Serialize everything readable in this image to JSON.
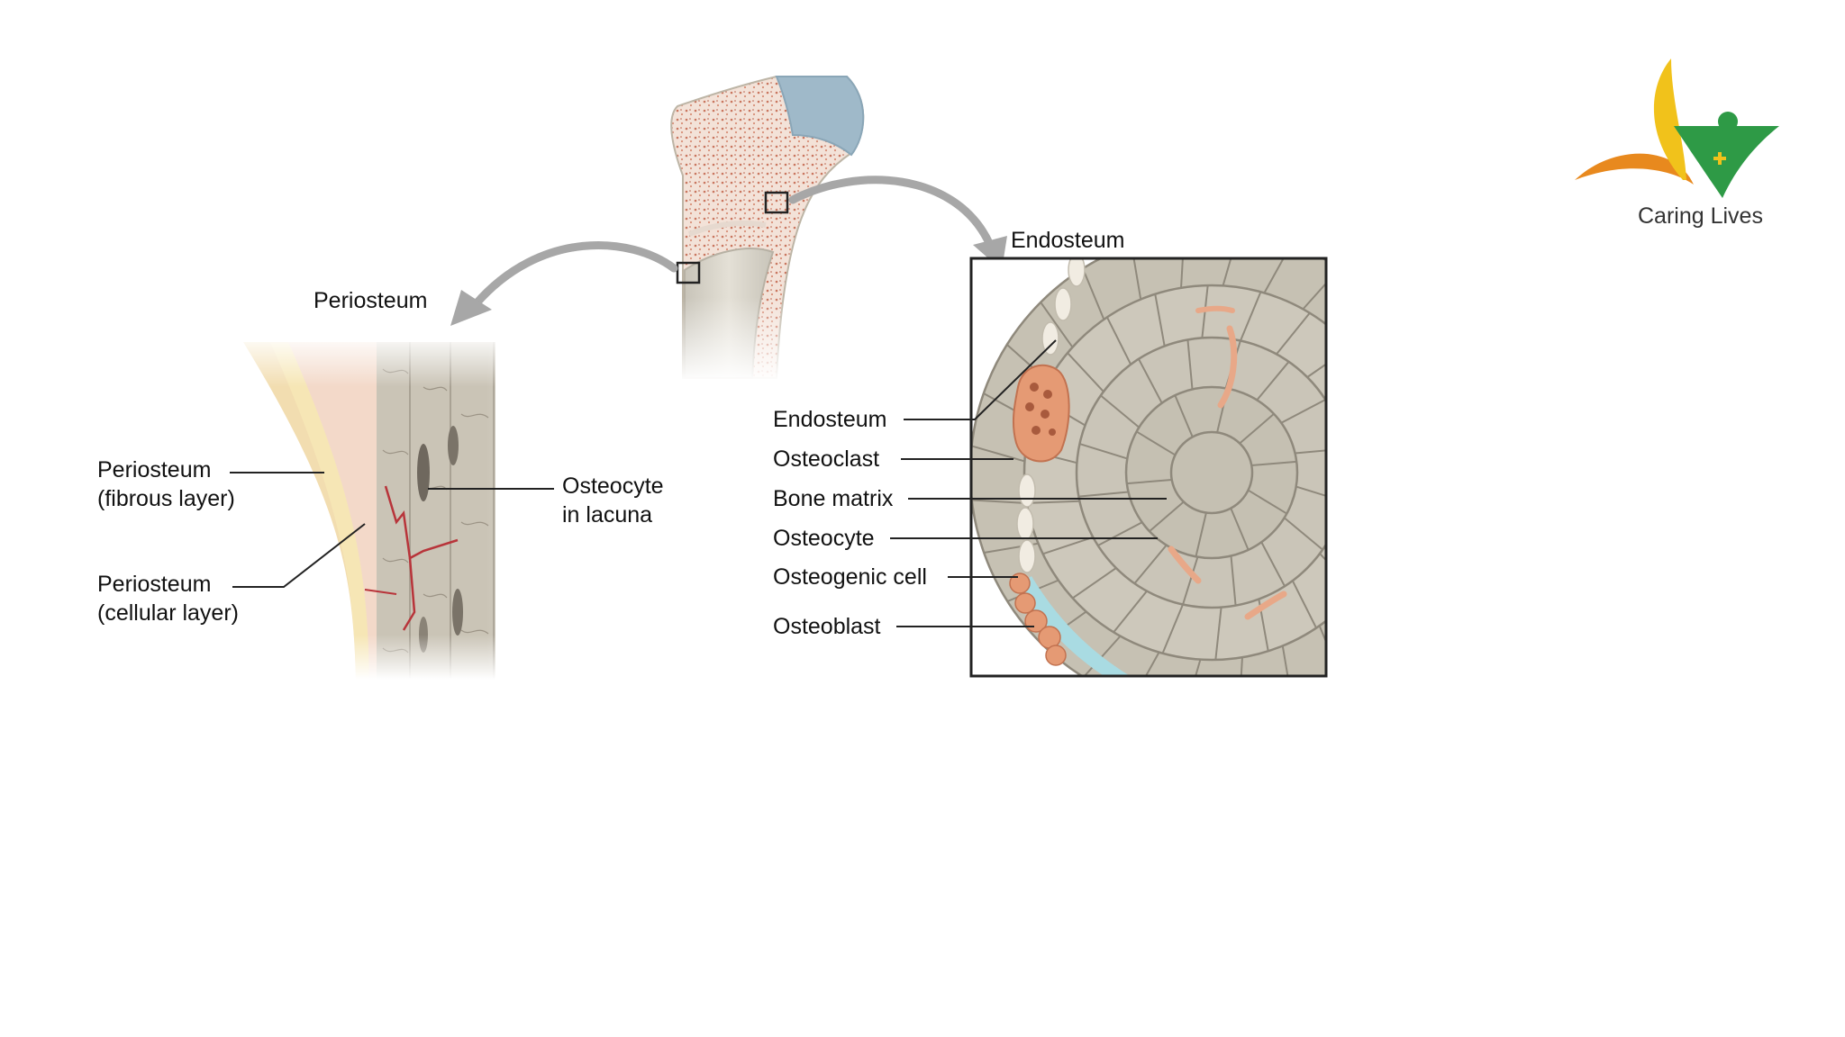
{
  "colors": {
    "bone_gray": "#cfcabc",
    "spongy_pink": "#ecc8bb",
    "cartilage_blue": "#9fb9c9",
    "osteoclast_orange": "#e59a74",
    "vessel_red": "#b8343a",
    "periosteum_yellow": "#f2ddb0",
    "arrow_gray": "#a7a7a7",
    "logo_orange": "#e8891e",
    "logo_yellow": "#f1c21b",
    "logo_green": "#2e9a46"
  },
  "icons": [
    "bone-icon",
    "arrow-icon",
    "caring-lives-logo-icon"
  ],
  "labels": {
    "periosteum_title": "Periosteum",
    "endosteum_title": "Endosteum",
    "periosteum_fibrous_1": "Periosteum",
    "periosteum_fibrous_2": "(fibrous layer)",
    "periosteum_cellular_1": "Periosteum",
    "periosteum_cellular_2": "(cellular layer)",
    "osteocyte_lacuna_1": "Osteocyte",
    "osteocyte_lacuna_2": "in lacuna",
    "endosteum": "Endosteum",
    "osteoclast": "Osteoclast",
    "bone_matrix": "Bone matrix",
    "osteocyte": "Osteocyte",
    "osteogenic_cell": "Osteogenic cell",
    "osteoblast": "Osteoblast"
  },
  "logo": {
    "text": "Caring Lives"
  }
}
